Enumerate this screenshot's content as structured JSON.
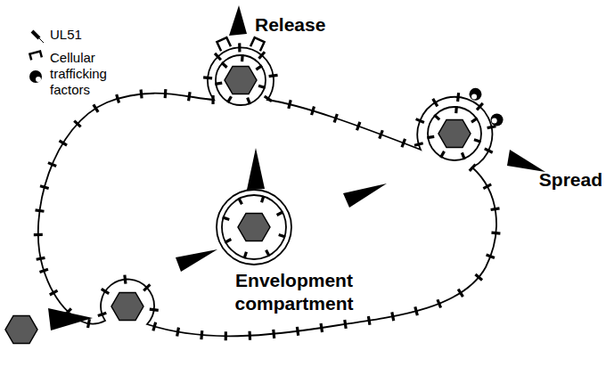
{
  "diagram": {
    "nodes": [
      {
        "text": [
          "Envelopment compartment"
        ]
      }
    ],
    "labels": [
      "Release",
      "Spread"
    ],
    "legend": [
      {
        "text": "UL51"
      },
      {
        "text": "Cellular trafficking factors"
      }
    ]
  }
}
